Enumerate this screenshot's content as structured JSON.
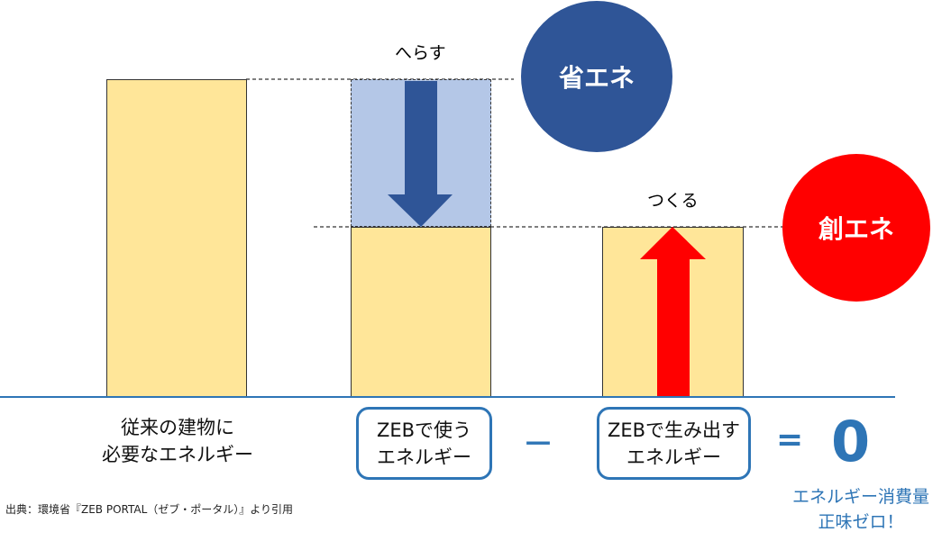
{
  "annotations": {
    "reduce": "へらす",
    "create": "つくる"
  },
  "circles": {
    "save_energy": {
      "label": "省エネ",
      "color": "#2f5597"
    },
    "create_energy": {
      "label": "創エネ",
      "color": "#ff0000"
    }
  },
  "labels": {
    "conventional": [
      "従来の建物に",
      "必要なエネルギー"
    ],
    "zeb_use": [
      "ZEBで使う",
      "エネルギー"
    ],
    "minus": "－",
    "zeb_generate": [
      "ZEBで生み出す",
      "エネルギー"
    ],
    "equals": "=",
    "zero": "0",
    "result": [
      "エネルギー消費量",
      "正味ゼロ！"
    ]
  },
  "source": "出典：環境省『ZEB PORTAL（ゼブ・ポータル）』より引用",
  "colors": {
    "bar": "#ffe699",
    "reduced": "#b4c7e7",
    "accent": "#2e75b6"
  }
}
